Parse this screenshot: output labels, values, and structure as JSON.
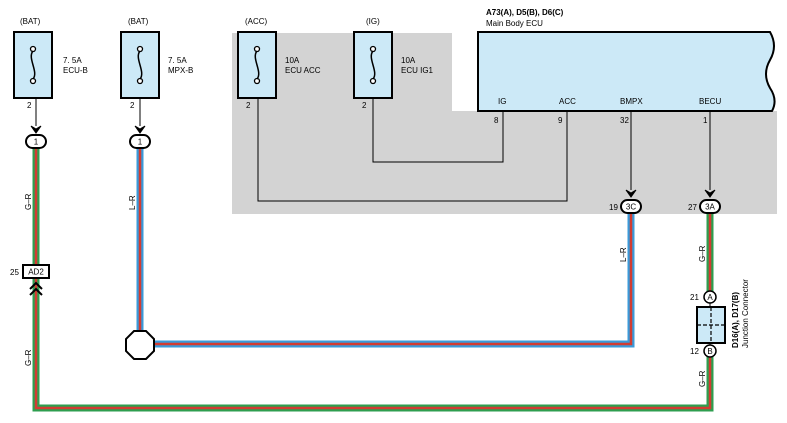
{
  "fuses": [
    {
      "supply": "(BAT)",
      "rating": "7. 5A",
      "name": "ECU-B",
      "pin": "2"
    },
    {
      "supply": "(BAT)",
      "rating": "7. 5A",
      "name": "MPX-B",
      "pin": "2"
    },
    {
      "supply": "(ACC)",
      "rating": "10A",
      "name": "ECU ACC",
      "pin": "2"
    },
    {
      "supply": "(IG)",
      "rating": "10A",
      "name": "ECU IG1",
      "pin": "2"
    }
  ],
  "ecu": {
    "title": "A73(A), D5(B), D6(C)",
    "name": "Main Body ECU",
    "terminals": [
      {
        "label": "IG",
        "pin": "8"
      },
      {
        "label": "ACC",
        "pin": "9"
      },
      {
        "label": "BMPX",
        "pin": "32"
      },
      {
        "label": "BECU",
        "pin": "1"
      }
    ]
  },
  "connectors": {
    "c1_left": "1",
    "c1_mid": "1",
    "c3c": {
      "pin": "19",
      "label": "3C"
    },
    "c3a": {
      "pin": "27",
      "label": "3A"
    },
    "ad2": {
      "pin": "25",
      "label": "AD2"
    }
  },
  "junction": {
    "title": "D16(A), D17(B)",
    "subtitle": "Junction Connector",
    "pin_a": "21",
    "pin_a_label": "A",
    "pin_b": "12",
    "pin_b_label": "B"
  },
  "wire_labels": {
    "gr_left_top": "G–R",
    "lr_mid": "L–R",
    "gr_left_bottom": "G–R",
    "lr_right": "L–R",
    "gr_right_top": "G–R",
    "gr_right_bottom": "G–R"
  },
  "colors": {
    "shade": "#d3d3d3",
    "fuse_fill": "#cce9f7",
    "ecu_fill": "#cce9f7",
    "wire_green": "#2e9e4f",
    "wire_red": "#d23c32",
    "wire_blue": "#3a9ad9"
  }
}
